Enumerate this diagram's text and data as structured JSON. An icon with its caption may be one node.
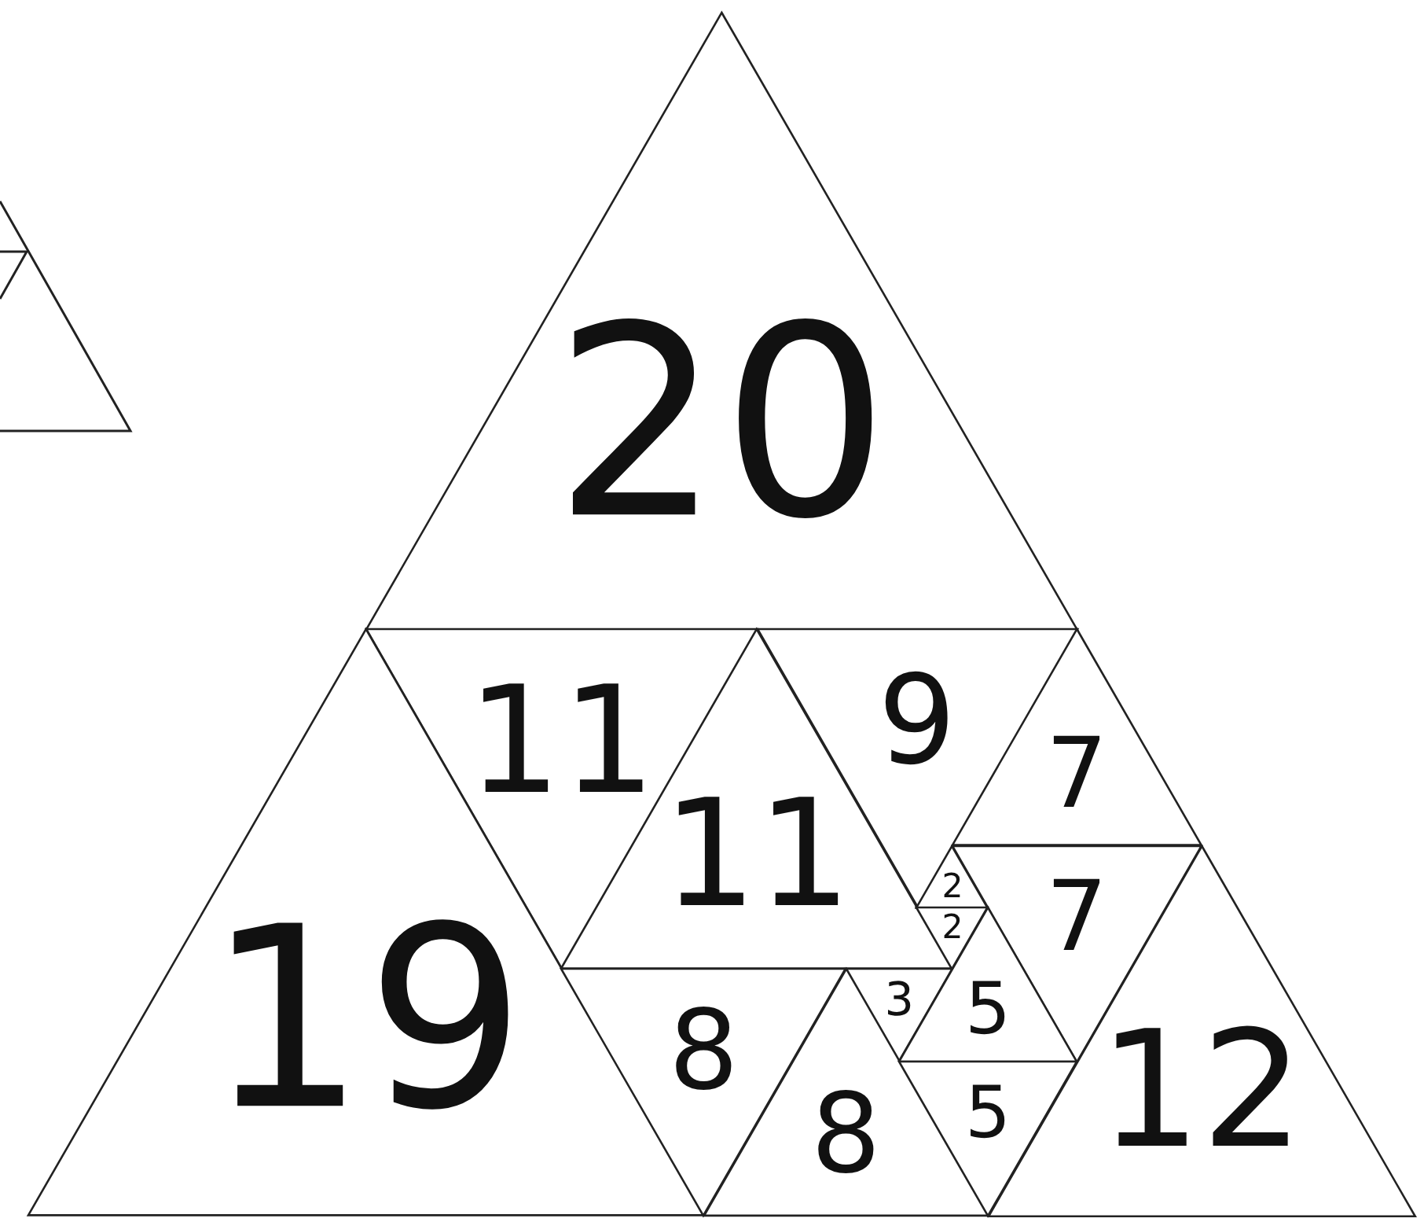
{
  "diagram": {
    "nodes": [
      {
        "text": [
          "20"
        ]
      },
      {
        "text": [
          "11"
        ]
      },
      {
        "text": [
          "9"
        ]
      },
      {
        "text": [
          "7"
        ]
      },
      {
        "text": [
          "11"
        ]
      },
      {
        "text": [
          "7"
        ]
      },
      {
        "text": [
          "2"
        ]
      },
      {
        "text": [
          "2"
        ]
      },
      {
        "text": [
          "19"
        ]
      },
      {
        "text": [
          "3"
        ]
      },
      {
        "text": [
          "5"
        ]
      },
      {
        "text": [
          "8"
        ]
      },
      {
        "text": [
          "8"
        ]
      },
      {
        "text": [
          "5"
        ]
      },
      {
        "text": [
          "12"
        ]
      }
    ]
  }
}
